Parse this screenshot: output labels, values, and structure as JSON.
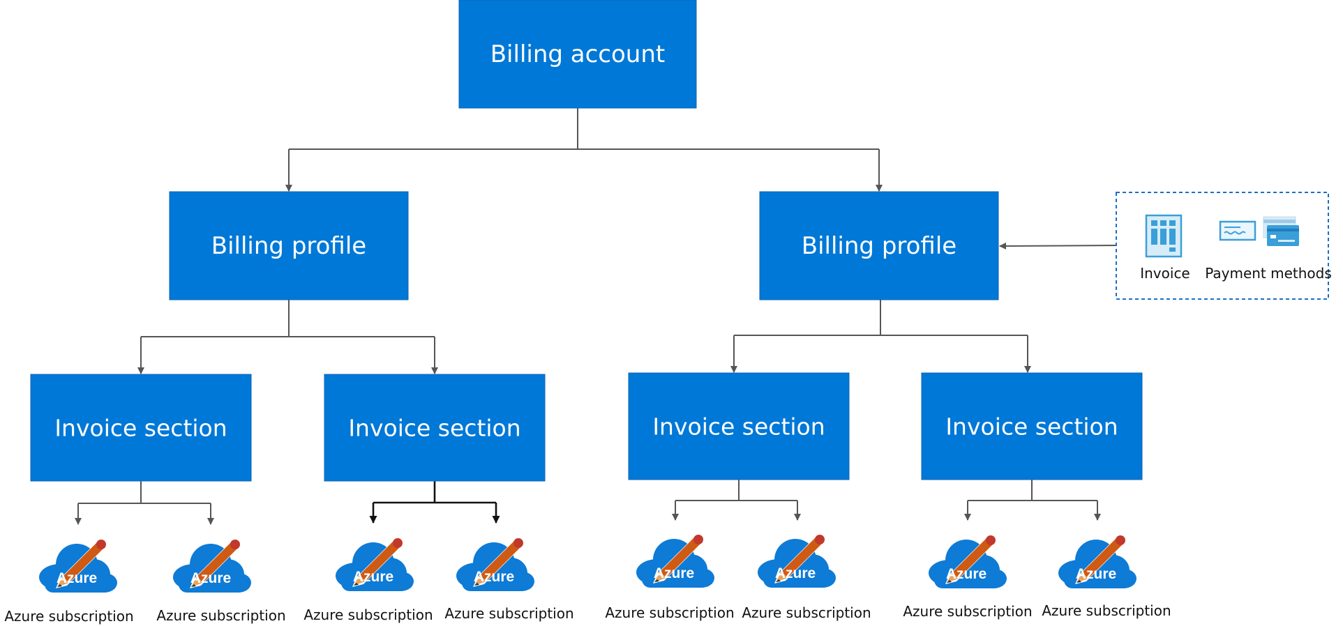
{
  "colors": {
    "box_fill": "#0078D7",
    "box_border": "#1163b5",
    "connector": "#555555",
    "connector_dark": "#111111",
    "legend_border": "#1a6fc4",
    "cloud": "#0e7bd6",
    "pencil": "#cf5a14",
    "pencil_tip": "#e8a45f",
    "card_light": "#d6ecf8",
    "card_blue": "#3a9fd8"
  },
  "billing_account": {
    "label": "Billing account"
  },
  "billing_profiles": [
    {
      "label": "Billing profile",
      "invoice_sections": [
        {
          "label": "Invoice section",
          "subscriptions": [
            {
              "badge": "Azure",
              "caption": "Azure subscription"
            },
            {
              "badge": "Azure",
              "caption": "Azure subscription"
            }
          ]
        },
        {
          "label": "Invoice section",
          "subscriptions": [
            {
              "badge": "Azure",
              "caption": "Azure subscription"
            },
            {
              "badge": "Azure",
              "caption": "Azure subscription"
            }
          ]
        }
      ]
    },
    {
      "label": "Billing profile",
      "invoice_sections": [
        {
          "label": "Invoice section",
          "subscriptions": [
            {
              "badge": "Azure",
              "caption": "Azure subscription"
            },
            {
              "badge": "Azure",
              "caption": "Azure subscription"
            }
          ]
        },
        {
          "label": "Invoice section",
          "subscriptions": [
            {
              "badge": "Azure",
              "caption": "Azure subscription"
            },
            {
              "badge": "Azure",
              "caption": "Azure subscription"
            }
          ]
        }
      ]
    }
  ],
  "legend": {
    "items": [
      {
        "icon": "invoice-icon",
        "label": "Invoice"
      },
      {
        "icon": "payment-methods-icon",
        "label": "Payment methods"
      }
    ]
  }
}
